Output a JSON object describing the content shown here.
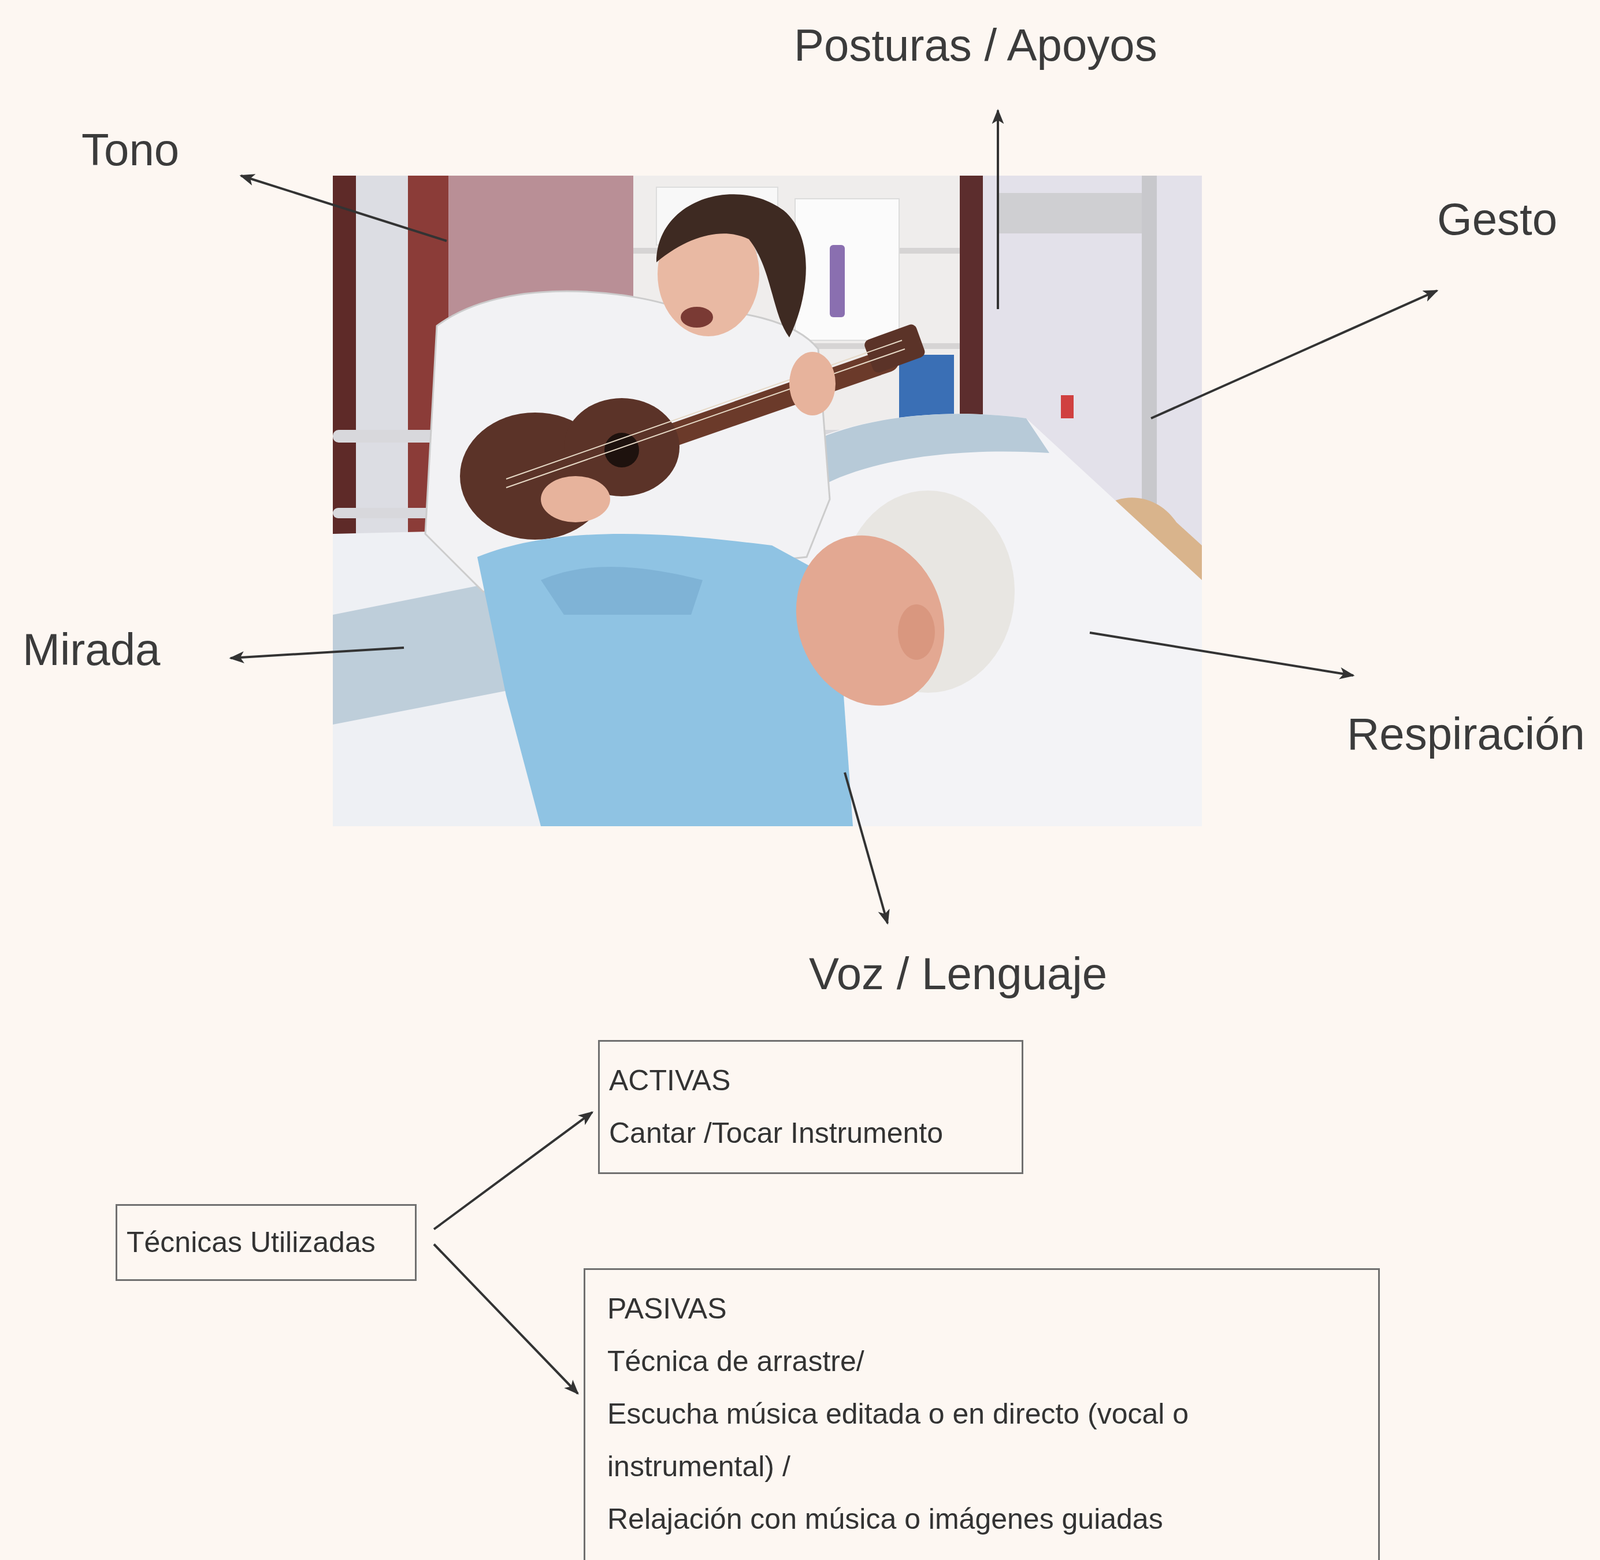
{
  "diagram": {
    "nodes": [
      {
        "text": [
          "Técnicas Utilizadas"
        ]
      },
      {
        "text": [
          "ACTIVAS",
          "Cantar /Tocar Instrumento"
        ]
      },
      {
        "text": [
          "PASIVAS",
          "Técnica de arrastre/",
          "Escucha música editada o en directo (vocal o instrumental) /",
          "Relajación con música o imágenes guiadas"
        ]
      }
    ],
    "edges": [
      {
        "from": 0,
        "to": 1,
        "arrow": "to"
      },
      {
        "from": 0,
        "to": 2,
        "arrow": "to"
      }
    ],
    "labels": [
      "Tono",
      "Posturas / Apoyos",
      "Gesto",
      "Mirada",
      "Respiración",
      "Voz / Lenguaje"
    ]
  }
}
